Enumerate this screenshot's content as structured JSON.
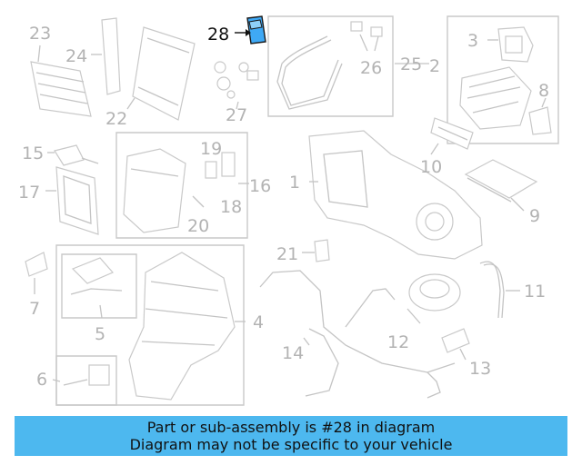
{
  "callouts": {
    "c1": "1",
    "c2": "2",
    "c3": "3",
    "c4": "4",
    "c5": "5",
    "c6": "6",
    "c7": "7",
    "c8": "8",
    "c9": "9",
    "c10": "10",
    "c11": "11",
    "c12": "12",
    "c13": "13",
    "c14": "14",
    "c15": "15",
    "c16": "16",
    "c17": "17",
    "c18": "18",
    "c19": "19",
    "c20": "20",
    "c21": "21",
    "c22": "22",
    "c23": "23",
    "c24": "24",
    "c25": "25",
    "c26": "26",
    "c27": "27",
    "c28": "28"
  },
  "highlight_color": "#3fa9f5",
  "banner": {
    "line1": "Part or sub-assembly is #28 in diagram",
    "line2": "Diagram may not be specific to your vehicle",
    "color": "#4db8ef"
  }
}
